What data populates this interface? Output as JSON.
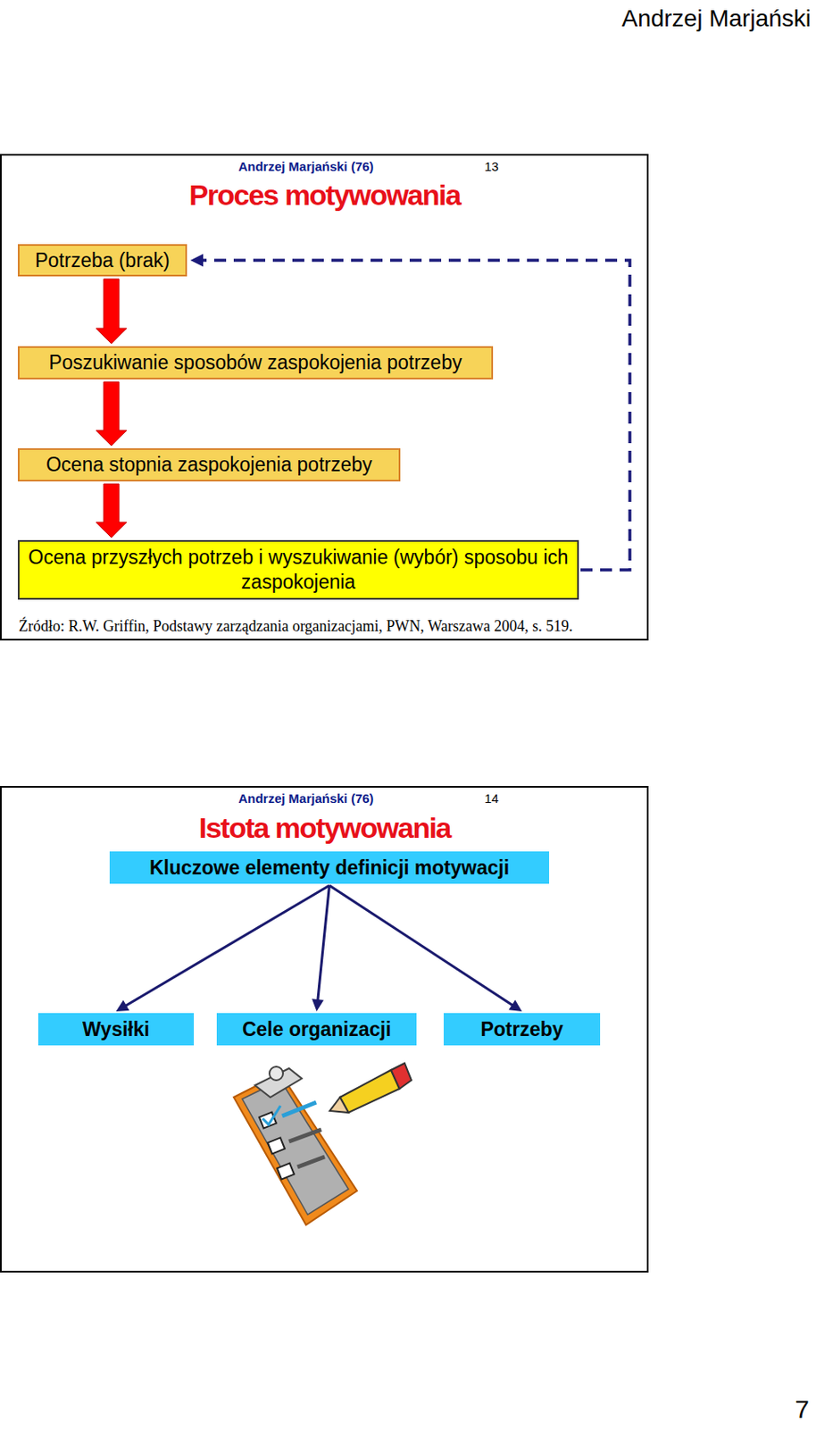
{
  "diagram": {
    "caption": "Źródło: R.W. Griffin, Podstawy zarządzania organizacjami, PWN, Warszawa  2004, s. 519.",
    "nodes": [
      {
        "text": [
          "Potrzeba (brak)"
        ]
      },
      {
        "text": [
          "Poszukiwanie sposobów zaspokojenia potrzeby"
        ]
      },
      {
        "text": [
          "Ocena stopnia zaspokojenia potrzeby"
        ]
      },
      {
        "text": [
          "Ocena przyszłych potrzeb i wyszukiwanie (wybór) sposobu ich zaspokojenia"
        ]
      },
      {
        "text": [
          "Kluczowe elementy definicji motywacji"
        ]
      },
      {
        "text": [
          "Wysiłki"
        ]
      },
      {
        "text": [
          "Cele organizacji"
        ]
      },
      {
        "text": [
          "Potrzeby"
        ]
      }
    ],
    "edges": [
      {
        "from": 0,
        "to": 1,
        "arrow": "to"
      },
      {
        "from": 1,
        "to": 2,
        "arrow": "to"
      },
      {
        "from": 2,
        "to": 3,
        "arrow": "to"
      },
      {
        "from": 3,
        "to": 0,
        "arrow": "to"
      },
      {
        "from": 4,
        "to": 5,
        "arrow": "to"
      },
      {
        "from": 4,
        "to": 6,
        "arrow": "to"
      },
      {
        "from": 4,
        "to": 7,
        "arrow": "to"
      }
    ],
    "labels": [
      "Andrzej Marjański",
      "Andrzej Marjański (76)",
      "13",
      "Proces motywowania",
      "Andrzej Marjański (76)",
      "14",
      "Istota motywowania",
      "7"
    ]
  }
}
